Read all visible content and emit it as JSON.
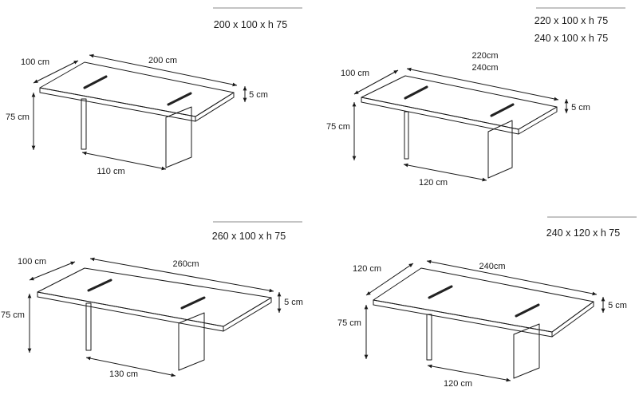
{
  "diagrams": [
    {
      "titles": [
        "200 x 100 x h 75"
      ],
      "width": "200 cm",
      "depth": "100 cm",
      "height": "75 cm",
      "thickness": "5 cm",
      "base": "110 cm"
    },
    {
      "titles": [
        "220 x 100 x h 75",
        "240 x 100 x h 75"
      ],
      "width": [
        "220cm",
        "240cm"
      ],
      "depth": "100 cm",
      "height": "75 cm",
      "thickness": "5 cm",
      "base": "120 cm"
    },
    {
      "titles": [
        "260 x 100 x h 75"
      ],
      "width": "260cm",
      "depth": "100 cm",
      "height": "75 cm",
      "thickness": "5 cm",
      "base": "130 cm"
    },
    {
      "titles": [
        "240 x 120 x h 75"
      ],
      "width": "240cm",
      "depth": "120 cm",
      "height": "75 cm",
      "thickness": "5 cm",
      "base": "120 cm"
    }
  ]
}
